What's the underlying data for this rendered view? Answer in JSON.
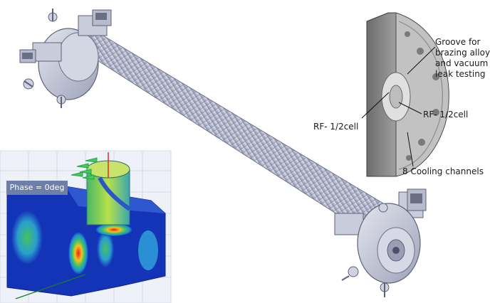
{
  "labels": {
    "groove": [
      "Groove for",
      "brazing alloy",
      "and vacuum",
      "leak testing"
    ],
    "rf_half_cell_left": "RF- 1/2cell",
    "rf_half_cell_right": "RF- 1/2cell",
    "cooling_channels": "8 Cooling channels"
  },
  "inset": {
    "phase_label": "Phase = 0deg"
  },
  "colors": {
    "structure": "#c4c8d9",
    "field_low": "#1434b8",
    "field_mid": "#2fb3a0",
    "field_high": "#e8202a",
    "flange": "#bfc3d3"
  }
}
